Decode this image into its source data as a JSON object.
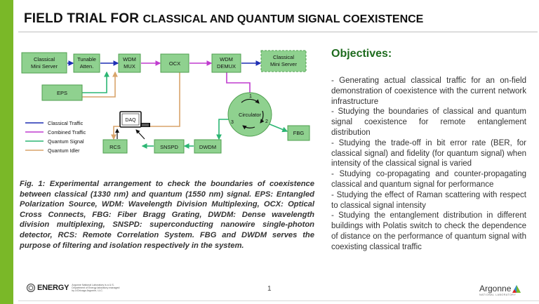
{
  "title": {
    "part1": "FIELD TRIAL FOR ",
    "part2": "CLASSICAL AND QUANTUM SIGNAL COEXISTENCE"
  },
  "diagram": {
    "boxes": {
      "classical_server_left": [
        "Classical",
        "Mini Server"
      ],
      "tunable_atten": [
        "Tunable",
        "Atten."
      ],
      "wdm_mux": [
        "WDM",
        "MUX"
      ],
      "ocx": "OCX",
      "wdm_demux": [
        "WDM",
        "DEMUX"
      ],
      "classical_server_right": [
        "Classical",
        "Mini Server"
      ],
      "eps": "EPS",
      "circulator": "Circulator",
      "fbg": "FBG",
      "dwdm": "DWDM",
      "snspd": "SNSPD",
      "rcs": "RCS",
      "daq": "DAQ"
    },
    "ports": [
      "1",
      "2",
      "3"
    ],
    "legend": [
      {
        "label": "Classical Traffic",
        "color": "#1f2fb4"
      },
      {
        "label": "Combined Traffic",
        "color": "#c03ccf"
      },
      {
        "label": "Quantum Signal",
        "color": "#2bb673"
      },
      {
        "label": "Quantum Idler",
        "color": "#d9a46a"
      }
    ],
    "colors": {
      "box_fill": "#8fd18f",
      "box_stroke": "#4f9f4f",
      "classical": "#1f2fb4",
      "combined": "#c03ccf",
      "quantum_signal": "#2bb673",
      "quantum_idler": "#d9a46a"
    }
  },
  "caption": "Fig. 1: Experimental arrangement to check the boundaries of coexistence between classical (1330 nm) and quantum (1550 nm) signal. EPS: Entangled Polarization Source, WDM: Wavelength Division Multiplexing, OCX: Optical Cross Connects, FBG: Fiber Bragg Grating, DWDM: Dense wavelength division multiplexing, SNSPD: superconducting nanowire single-photon detector, RCS: Remote Correlation System. FBG and DWDM serves the purpose of filtering and isolation respectively in the system.",
  "objectives": {
    "title": "Objectives:",
    "items": [
      "- Generating actual classical traffic for an on-field demonstration of coexistence with the current network infrastructure",
      "- Studying the boundaries of classical and quantum signal coexistence for remote entanglement distribution",
      "- Studying the trade-off in bit error rate (BER, for classical signal) and fidelity (for quantum signal) when intensity of the classical signal is varied",
      "- Studying co-propagating and counter-propagating classical and quantum signal for performance",
      "- Studying the effect of Raman scattering with respect to classical signal intensity",
      "- Studying the entanglement distribution in different buildings with Polatis switch to check the dependence of distance on the performance of quantum signal with coexisting classical traffic"
    ]
  },
  "footer": {
    "page_number": "1",
    "doe_text": "ENERGY",
    "doe_fine": "Argonne National Laboratory is a U.S. Department of Energy laboratory managed by UChicago Argonne, LLC.",
    "argonne": "Argonne",
    "argonne_sub": "NATIONAL LABORATORY"
  }
}
